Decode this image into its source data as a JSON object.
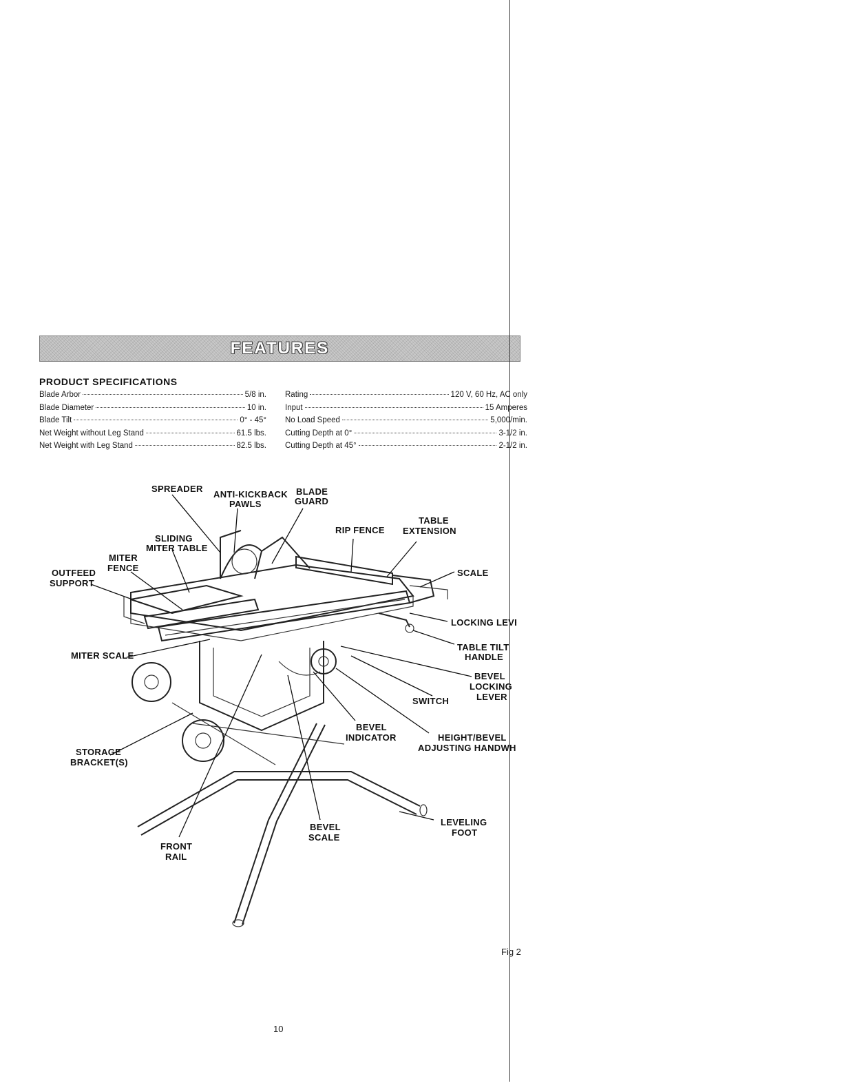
{
  "banner": {
    "title": "FEATURES"
  },
  "specs": {
    "heading": "PRODUCT SPECIFICATIONS",
    "left": [
      {
        "label": "Blade Arbor",
        "value": "5/8 in."
      },
      {
        "label": "Blade Diameter",
        "value": "10 in."
      },
      {
        "label": "Blade Tilt",
        "value": "0° - 45°"
      },
      {
        "label": "Net Weight without Leg Stand",
        "value": "61.5 lbs."
      },
      {
        "label": "Net Weight with Leg Stand",
        "value": "82.5 lbs."
      }
    ],
    "right": [
      {
        "label": "Rating",
        "value": "120 V, 60 Hz, AC only"
      },
      {
        "label": "Input",
        "value": "15 Amperes"
      },
      {
        "label": "No Load Speed",
        "value": "5,000/min."
      },
      {
        "label": "Cutting Depth at 0°",
        "value": "3-1/2 in."
      },
      {
        "label": "Cutting Depth at 45°",
        "value": "2-1/2 in."
      }
    ]
  },
  "callouts": {
    "spreader": "SPREADER",
    "anti_kickback_1": "ANTI-KICKBACK",
    "anti_kickback_2": "PAWLS",
    "blade_guard_1": "BLADE",
    "blade_guard_2": "GUARD",
    "rip_fence": "RIP FENCE",
    "table_ext_1": "TABLE",
    "table_ext_2": "EXTENSION",
    "sliding_1": "SLIDING",
    "sliding_2": "MITER TABLE",
    "miter_fence_1": "MITER",
    "miter_fence_2": "FENCE",
    "outfeed_1": "OUTFEED",
    "outfeed_2": "SUPPORT",
    "scale": "SCALE",
    "locking_lever": "LOCKING LEVER",
    "table_tilt_1": "TABLE TILT",
    "table_tilt_2": "HANDLE",
    "miter_scale": "MITER SCALE",
    "bevel_lock_1": "BEVEL",
    "bevel_lock_2": "LOCKING",
    "bevel_lock_3": "LEVER",
    "switch": "SWITCH",
    "bevel_ind_1": "BEVEL",
    "bevel_ind_2": "INDICATOR",
    "height_1": "HEIGHT/BEVEL",
    "height_2": "ADJUSTING HANDWHEEL",
    "storage_1": "STORAGE",
    "storage_2": "BRACKET(S)",
    "leveling_1": "LEVELING",
    "leveling_2": "FOOT",
    "bevel_scale_1": "BEVEL",
    "bevel_scale_2": "SCALE",
    "front_rail_1": "FRONT",
    "front_rail_2": "RAIL"
  },
  "figure_label": "Fig 2",
  "page_number": "10"
}
